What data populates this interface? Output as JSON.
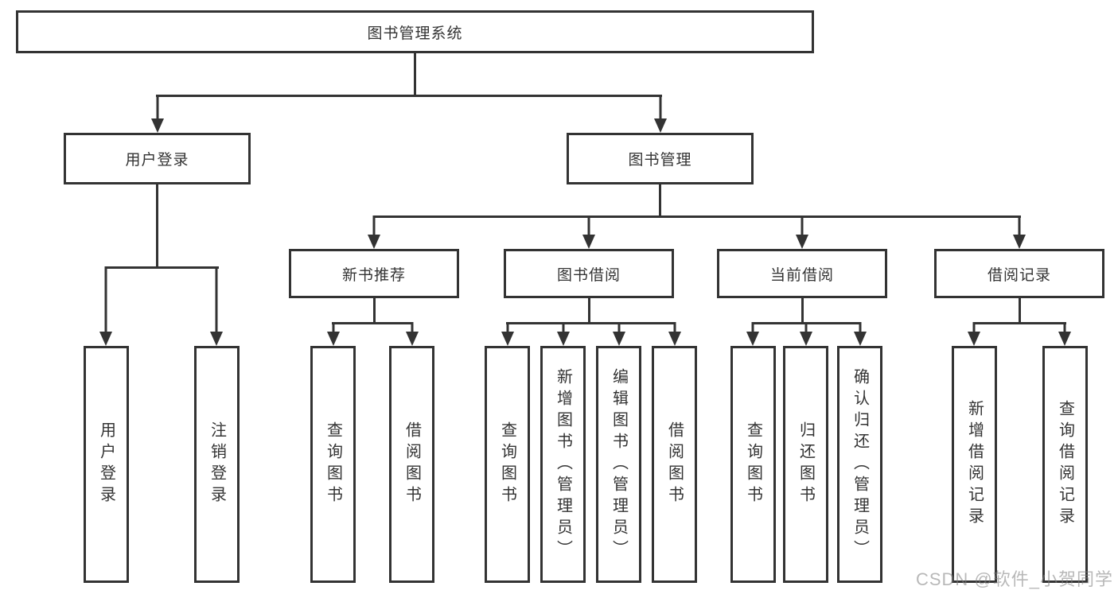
{
  "diagram_type": "hierarchy-tree",
  "colors": {
    "line": "#333333",
    "text": "#333333",
    "background": "#ffffff",
    "watermark": "#7d7d7d"
  },
  "tree": {
    "label": "图书管理系统",
    "children": [
      {
        "label": "用户登录",
        "children": [
          {
            "label": "用户登录"
          },
          {
            "label": "注销登录"
          }
        ]
      },
      {
        "label": "图书管理",
        "children": [
          {
            "label": "新书推荐",
            "children": [
              {
                "label": "查询图书"
              },
              {
                "label": "借阅图书"
              }
            ]
          },
          {
            "label": "图书借阅",
            "children": [
              {
                "label": "查询图书"
              },
              {
                "label": "新增图书（管理员）"
              },
              {
                "label": "编辑图书（管理员）"
              },
              {
                "label": "借阅图书"
              }
            ]
          },
          {
            "label": "当前借阅",
            "children": [
              {
                "label": "查询图书"
              },
              {
                "label": "归还图书"
              },
              {
                "label": "确认归还（管理员）"
              }
            ]
          },
          {
            "label": "借阅记录",
            "children": [
              {
                "label": "新增借阅记录"
              },
              {
                "label": "查询借阅记录"
              }
            ]
          }
        ]
      }
    ]
  },
  "watermark": {
    "text": "CSDN @软件_小贺同学"
  }
}
